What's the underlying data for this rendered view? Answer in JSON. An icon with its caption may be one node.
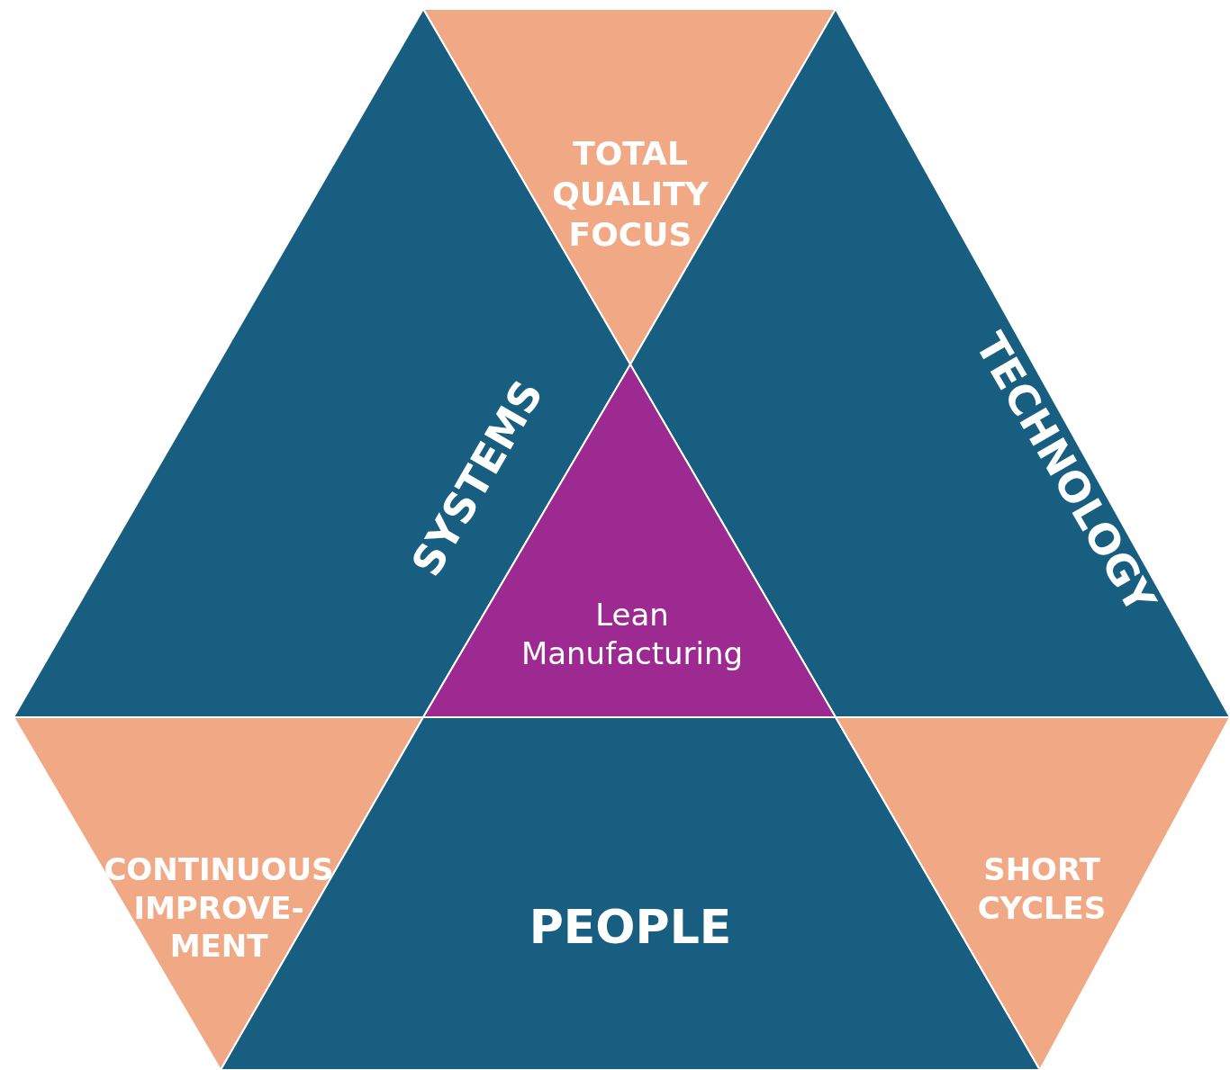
{
  "diagram": {
    "nodes": [
      {
        "text": [
          "TOTAL QUALITY FOCUS"
        ]
      },
      {
        "text": [
          "SYSTEMS"
        ]
      },
      {
        "text": [
          "TECHNOLOGY"
        ]
      },
      {
        "text": [
          "Lean Manufacturing"
        ]
      },
      {
        "text": [
          "CONTINUOUS IMPROVE-MENT"
        ]
      },
      {
        "text": [
          "PEOPLE"
        ]
      },
      {
        "text": [
          "SHORT CYCLES"
        ]
      }
    ]
  }
}
